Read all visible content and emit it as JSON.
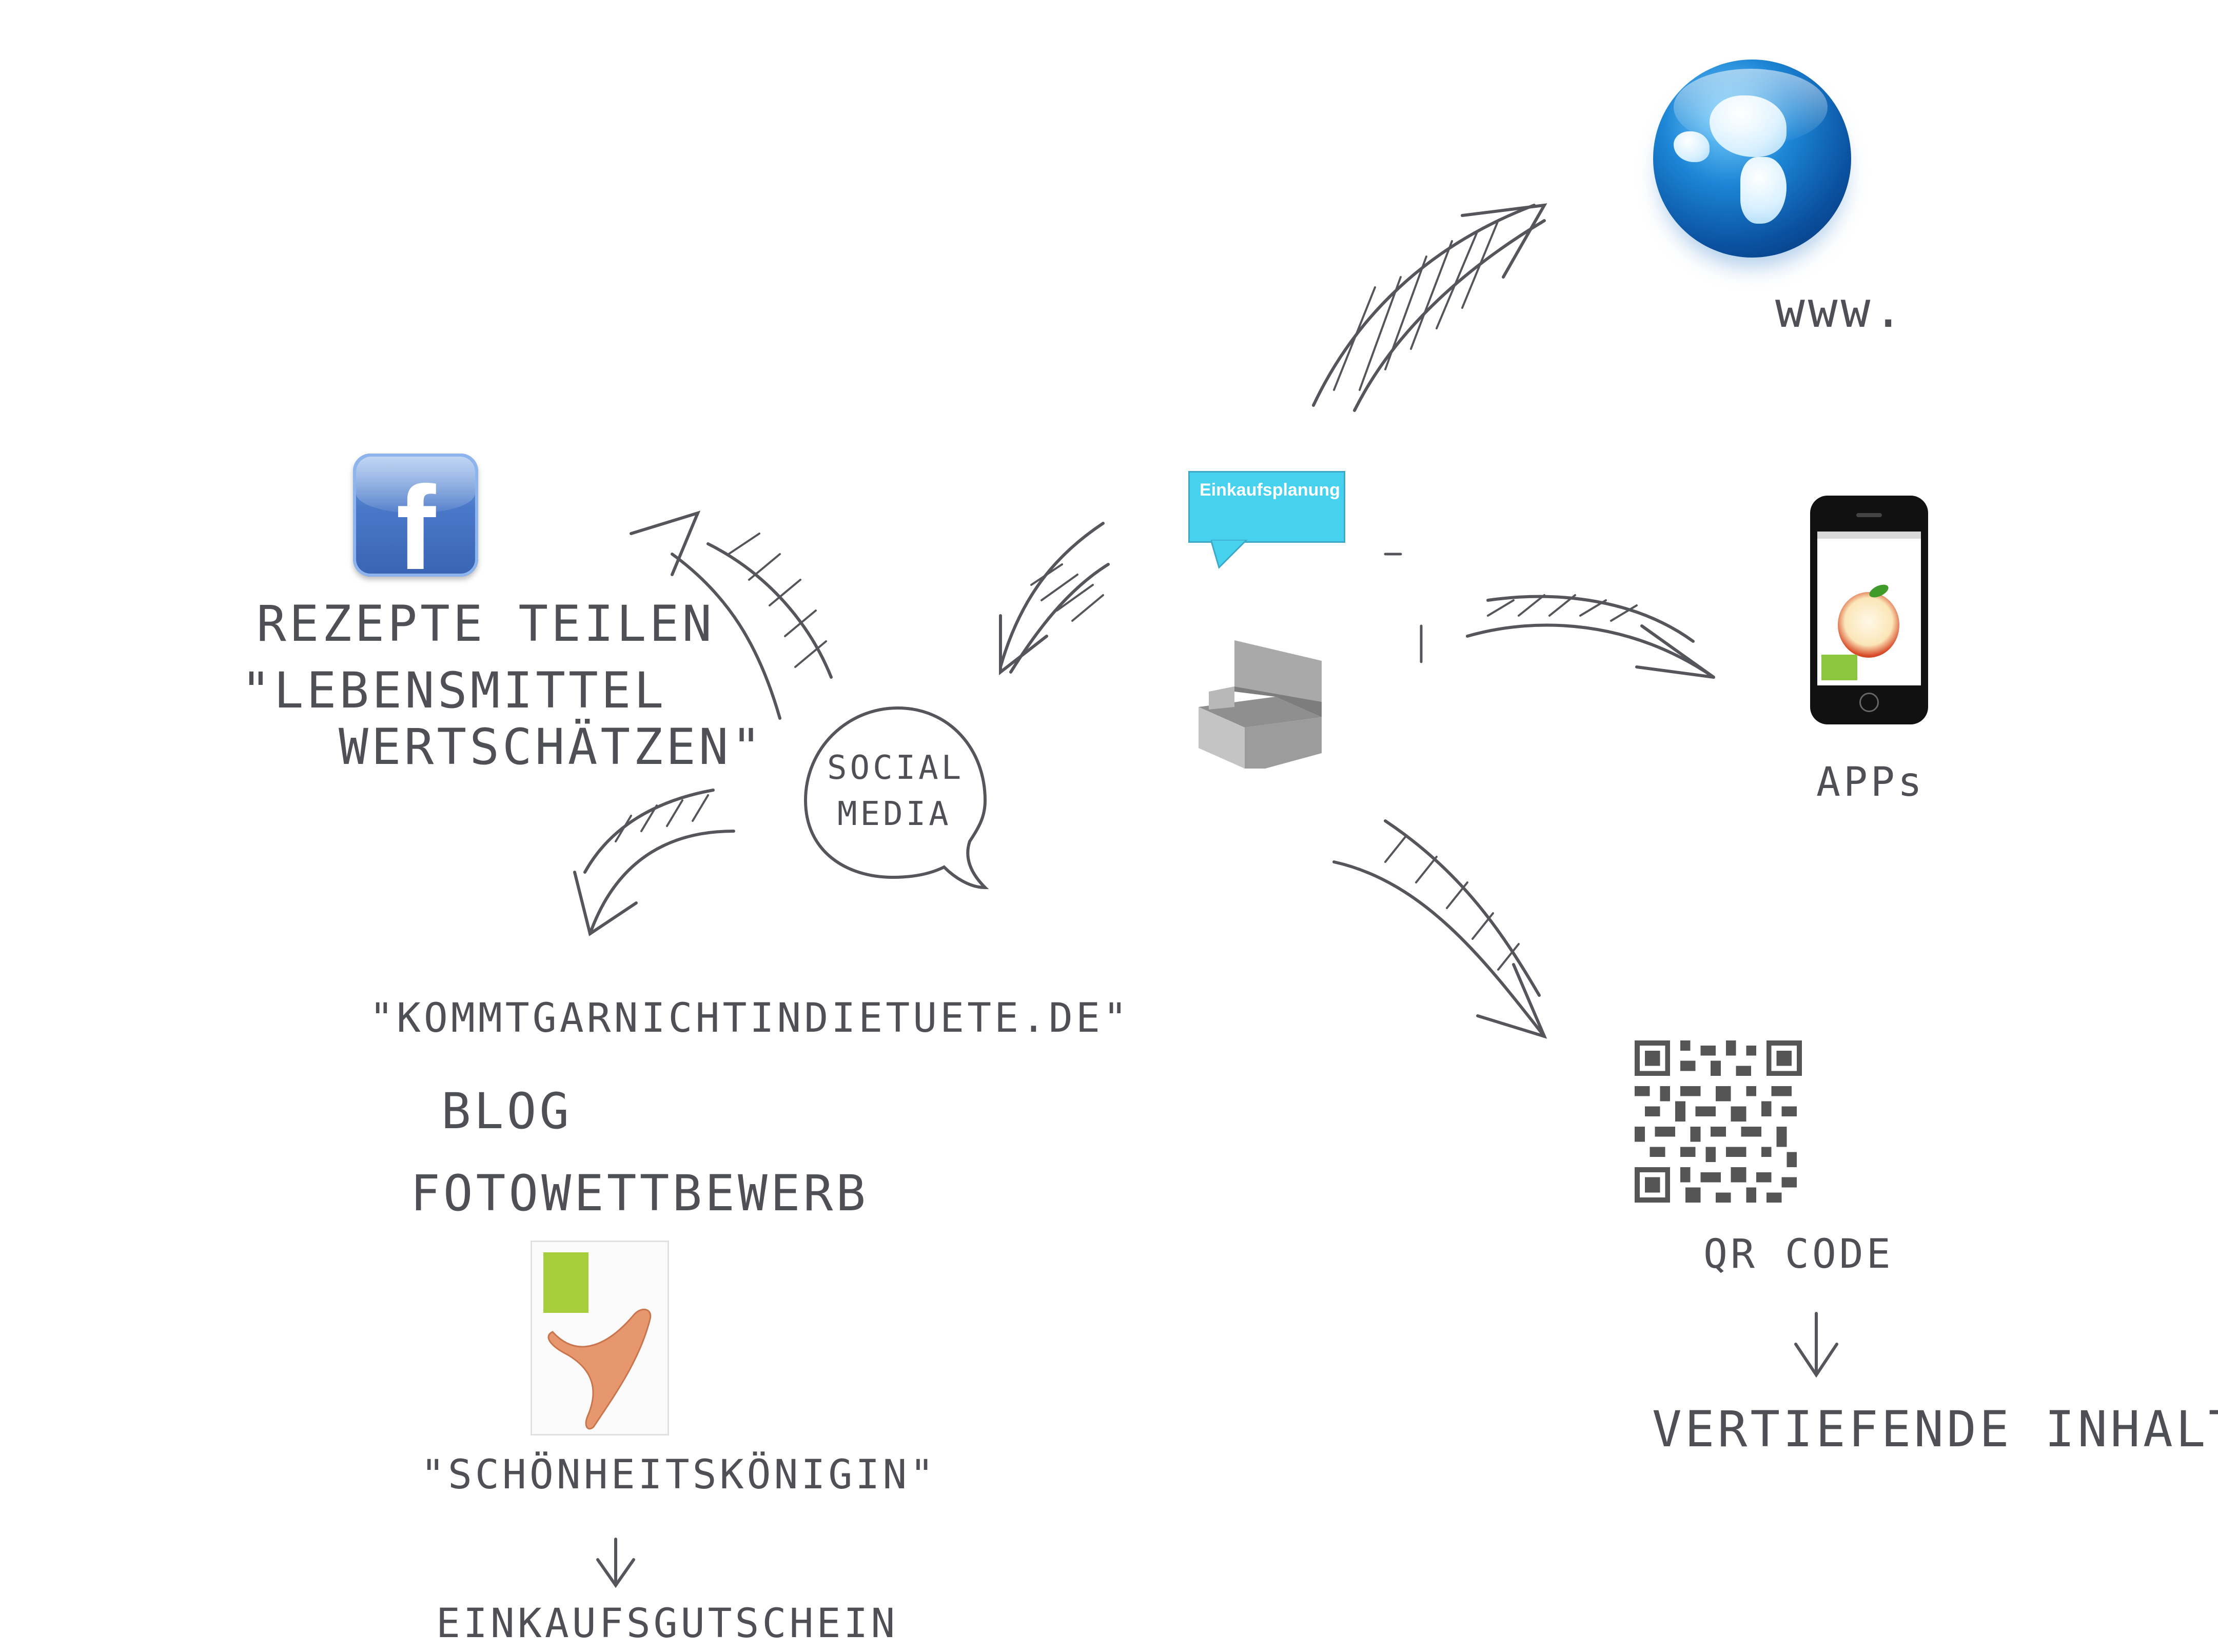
{
  "callout": {
    "label": "Einkaufsplanung"
  },
  "labels": {
    "www": "www.",
    "apps": "APPs",
    "qr_code": "QR CODE",
    "vertiefende": "VERTIEFENDE INHALTE",
    "social_media_line1": "SOCIAL",
    "social_media_line2": "MEDIA",
    "rezepte_line1": "REZEPTE TEILEN",
    "rezepte_line2": "\"LEBENSMITTEL",
    "rezepte_line3": "WERTSCHÄTZEN\"",
    "kommt": "\"KOMMTGARNICHTINDIETUETE.DE\"",
    "blog": "BLOG",
    "fotowettbewerb": "FOTOWETTBEWERB",
    "schoenheit": "\"SCHÖNHEITSKÖNIGIN\"",
    "einkauf": "EINKAUFSGUTSCHEIN"
  },
  "icons": {
    "facebook": "facebook-icon",
    "globe": "globe-icon",
    "phone": "smartphone-icon",
    "qr": "qr-code-icon",
    "box": "box-3d-icon",
    "poster": "carrot-poster-image"
  },
  "colors": {
    "ink": "#4f4f56",
    "callout": "#46d2ef",
    "facebook": "#3b5998"
  }
}
